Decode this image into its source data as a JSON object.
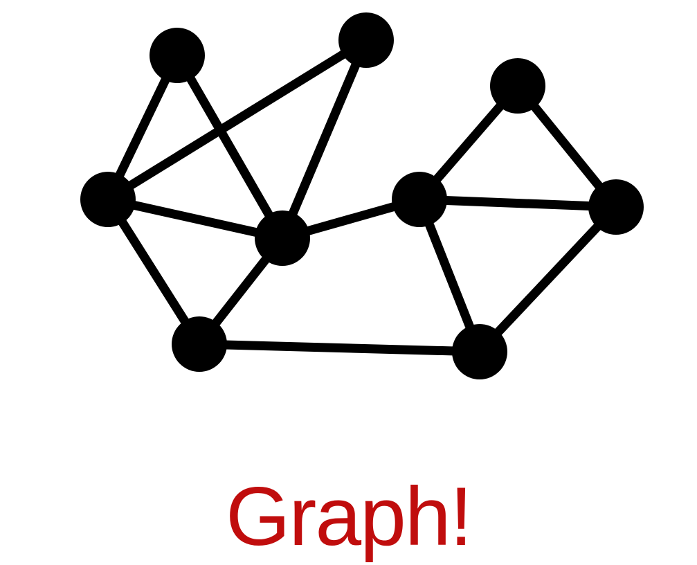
{
  "caption": {
    "text": "Graph!",
    "color": "#c00d0d"
  },
  "graph": {
    "node_color": "#000000",
    "edge_color": "#000000",
    "nodes": [
      {
        "id": "n1"
      },
      {
        "id": "n2"
      },
      {
        "id": "n3"
      },
      {
        "id": "n4"
      },
      {
        "id": "n5"
      },
      {
        "id": "n6"
      },
      {
        "id": "n7"
      },
      {
        "id": "n8"
      },
      {
        "id": "n9"
      }
    ],
    "edges": [
      [
        "n1",
        "n3"
      ],
      [
        "n1",
        "n4"
      ],
      [
        "n2",
        "n3"
      ],
      [
        "n2",
        "n4"
      ],
      [
        "n3",
        "n4"
      ],
      [
        "n3",
        "n5"
      ],
      [
        "n4",
        "n5"
      ],
      [
        "n4",
        "n6"
      ],
      [
        "n5",
        "n9"
      ],
      [
        "n6",
        "n7"
      ],
      [
        "n6",
        "n8"
      ],
      [
        "n6",
        "n9"
      ],
      [
        "n7",
        "n8"
      ],
      [
        "n8",
        "n9"
      ]
    ]
  }
}
